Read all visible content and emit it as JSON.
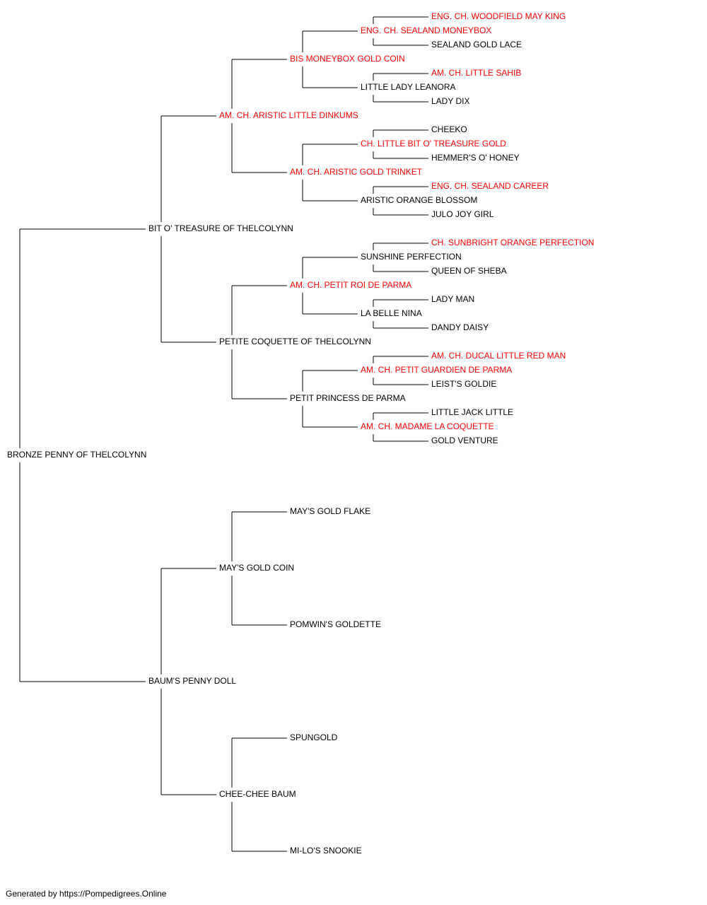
{
  "colors": {
    "champion": "#ff0000",
    "normal": "#000000",
    "line": "#000000"
  },
  "pedigree": {
    "name": "BRONZE PENNY OF THELCOLYNN",
    "champion": false,
    "sire": {
      "name": "BIT O' TREASURE OF THELCOLYNN",
      "champion": false,
      "sire": {
        "name": "AM. CH. ARISTIC LITTLE DINKUMS",
        "champion": true,
        "sire": {
          "name": "BIS MONEYBOX GOLD COIN",
          "champion": true,
          "sire": {
            "name": "ENG. CH. SEALAND MONEYBOX",
            "champion": true,
            "sire": {
              "name": "ENG. CH. WOODFIELD MAY KING",
              "champion": true
            },
            "dam": {
              "name": "SEALAND GOLD LACE",
              "champion": false
            }
          },
          "dam": {
            "name": "LITTLE LADY LEANORA",
            "champion": false,
            "sire": {
              "name": "AM. CH. LITTLE SAHIB",
              "champion": true
            },
            "dam": {
              "name": "LADY DIX",
              "champion": false
            }
          }
        },
        "dam": {
          "name": "AM. CH. ARISTIC GOLD TRINKET",
          "champion": true,
          "sire": {
            "name": "CH. LITTLE BIT O' TREASURE GOLD",
            "champion": true,
            "sire": {
              "name": "CHEEKO",
              "champion": false
            },
            "dam": {
              "name": "HEMMER'S O' HONEY",
              "champion": false
            }
          },
          "dam": {
            "name": "ARISTIC ORANGE BLOSSOM",
            "champion": false,
            "sire": {
              "name": "ENG. CH. SEALAND CAREER",
              "champion": true
            },
            "dam": {
              "name": "JULO JOY GIRL",
              "champion": false
            }
          }
        }
      },
      "dam": {
        "name": "PETITE COQUETTE OF THELCOLYNN",
        "champion": false,
        "sire": {
          "name": "AM. CH. PETIT ROI DE PARMA",
          "champion": true,
          "sire": {
            "name": "SUNSHINE PERFECTION",
            "champion": false,
            "sire": {
              "name": "CH. SUNBRIGHT ORANGE PERFECTION",
              "champion": true
            },
            "dam": {
              "name": "QUEEN OF SHEBA",
              "champion": false
            }
          },
          "dam": {
            "name": "LA BELLE NINA",
            "champion": false,
            "sire": {
              "name": "LADY MAN",
              "champion": false
            },
            "dam": {
              "name": "DANDY DAISY",
              "champion": false
            }
          }
        },
        "dam": {
          "name": "PETIT PRINCESS DE PARMA",
          "champion": false,
          "sire": {
            "name": "AM. CH. PETIT GUARDIEN DE PARMA",
            "champion": true,
            "sire": {
              "name": "AM. CH. DUCAL LITTLE RED MAN",
              "champion": true
            },
            "dam": {
              "name": "LEIST'S GOLDIE",
              "champion": false
            }
          },
          "dam": {
            "name": "AM. CH. MADAME LA COQUETTE",
            "champion": true,
            "sire": {
              "name": "LITTLE JACK LITTLE",
              "champion": false
            },
            "dam": {
              "name": "GOLD VENTURE",
              "champion": false
            }
          }
        }
      }
    },
    "dam": {
      "name": "BAUM'S PENNY DOLL",
      "champion": false,
      "sire": {
        "name": "MAY'S GOLD COIN",
        "champion": false,
        "sire": {
          "name": "MAY'S GOLD FLAKE",
          "champion": false
        },
        "dam": {
          "name": "POMWIN'S GOLDETTE",
          "champion": false
        }
      },
      "dam": {
        "name": "CHEE-CHEE BAUM",
        "champion": false,
        "sire": {
          "name": "SPUNGOLD",
          "champion": false
        },
        "dam": {
          "name": "MI-LO'S SNOOKIE",
          "champion": false
        }
      }
    }
  },
  "footer": "Generated by https://Pompedigrees.Online"
}
